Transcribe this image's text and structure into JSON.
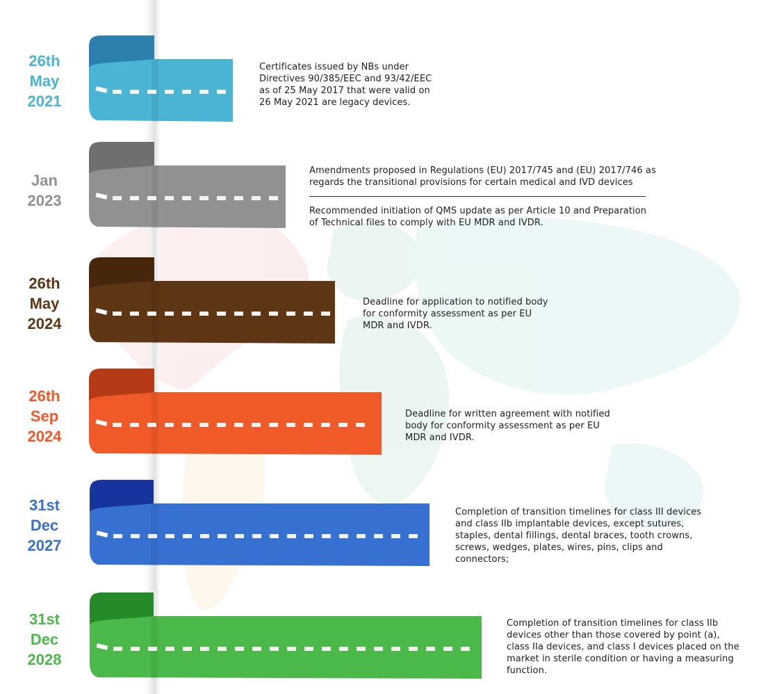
{
  "milestones": [
    {
      "date_line1": "26th",
      "date_line2": "May",
      "date_line3": "2021",
      "color": "#49b4d4",
      "fold_color": "#2d7fae",
      "descriptions": [
        "Certificates issued by NBs under Directives 90/385/EEC and 93/42/EEC as of 25 May 2017 that were valid on 26 May 2021 are legacy devices."
      ]
    },
    {
      "date_line1": "Jan",
      "date_line2": "2023",
      "date_line3": "",
      "color": "#909193",
      "fold_color": "#6e6f71",
      "descriptions": [
        "Amendments proposed in Regulations (EU) 2017/745 and (EU) 2017/746 as regards the transitional provisions for certain medical and IVD devices",
        "Recommended initiation of QMS update as per Article 10 and Preparation of Technical files to comply with EU MDR and IVDR."
      ]
    },
    {
      "date_line1": "26th",
      "date_line2": "May",
      "date_line3": "2024",
      "color": "#5e3614",
      "fold_color": "#46270c",
      "descriptions": [
        "Deadline for application to notified body for conformity assessment as per EU MDR and IVDR."
      ]
    },
    {
      "date_line1": "26th",
      "date_line2": "Sep",
      "date_line3": "2024",
      "color": "#f05a28",
      "fold_color": "#b43b16",
      "descriptions": [
        "Deadline for written agreement with notified body for conformity assessment as per EU MDR and IVDR."
      ]
    },
    {
      "date_line1": "31st",
      "date_line2": "Dec",
      "date_line3": "2027",
      "color": "#3671d2",
      "fold_color": "#17349e",
      "descriptions": [
        "Completion of transition timelines for class III devices and class IIb implantable devices, except sutures, staples, dental fillings, dental braces, tooth crowns, screws, wedges, plates, wires, pins, clips and connectors;"
      ]
    },
    {
      "date_line1": "31st",
      "date_line2": "Dec",
      "date_line3": "2028",
      "color": "#4bb84a",
      "fold_color": "#248a2a",
      "descriptions": [
        "Completion of transition timelines for class IIb devices other than those covered by point (a), class IIa devices, and class I devices placed on the market in sterile condition or having a measuring function."
      ]
    }
  ]
}
